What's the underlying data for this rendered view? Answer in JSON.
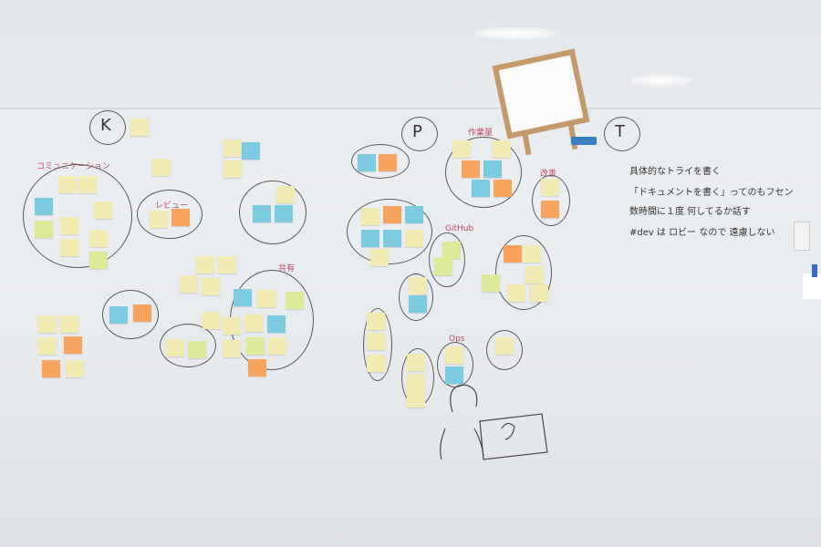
{
  "headings": {
    "k": "K",
    "p": "P",
    "t": "T"
  },
  "t_list": [
    "具体的なトライを書く",
    "「ドキュメントを書く」ってのもフセン",
    "数時間に１度 何してるか話す",
    "#dev は ロビー なので 遠慮しない"
  ],
  "labels": {
    "communication": "コミュニケーション",
    "review": "レビュー",
    "sharing": "共有",
    "sagyouryou": "作業量",
    "kaizen": "改善",
    "github": "GitHub",
    "ops": "Ops"
  }
}
